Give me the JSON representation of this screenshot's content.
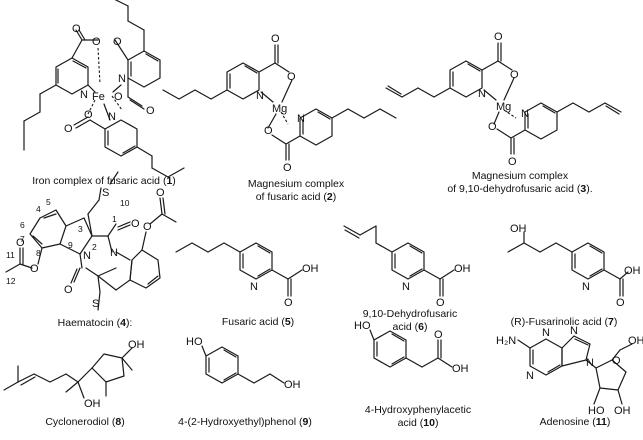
{
  "captions": [
    {
      "id": "c1",
      "name": "Iron complex of fusaric acid",
      "line1": "Iron complex of fusaric acid (",
      "bold": "1",
      "tail": ")"
    },
    {
      "id": "c2",
      "name": "Magnesium complex of fusaric acid",
      "line1": "Magnesium complex",
      "line2": "of fusaric acid (",
      "bold": "2",
      "tail": ")"
    },
    {
      "id": "c3",
      "name": "Magnesium complex of 9,10-dehydrofusaric acid",
      "line1": "Magnesium complex",
      "line2": "of 9,10-dehydrofusaric acid (",
      "bold": "3",
      "tail": ")."
    },
    {
      "id": "c4",
      "line1": "Haematocin (",
      "bold": "4",
      "tail": "):"
    },
    {
      "id": "c5",
      "line1": "Fusaric acid (",
      "bold": "5",
      "tail": ")"
    },
    {
      "id": "c6",
      "line1": "9,10-Dehydrofusaric",
      "line2": "acid (",
      "bold": "6",
      "tail": ")"
    },
    {
      "id": "c7",
      "line1": "(R)-Fusarinolic acid  (",
      "bold": "7",
      "tail": ")"
    },
    {
      "id": "c8",
      "line1": "Cyclonerodiol (",
      "bold": "8",
      "tail": ")"
    },
    {
      "id": "c9",
      "line1": "4-(2-Hydroxyethyl)phenol (",
      "bold": "9",
      "tail": ")"
    },
    {
      "id": "c10",
      "line1": "4-Hydroxyphenylacetic",
      "line2": "acid (",
      "bold": "10",
      "tail": ")"
    },
    {
      "id": "c11",
      "line1": "Adenosine (",
      "bold": "11",
      "tail": ")"
    }
  ],
  "atoms": {
    "O": "O",
    "N": "N",
    "Fe": "Fe",
    "Mg": "Mg",
    "S": "S",
    "OH": "OH",
    "HO": "HO",
    "H2N": "H₂N"
  },
  "numbering": [
    "4",
    "5",
    "6",
    "7",
    "8",
    "9",
    "10",
    "11",
    "12",
    "1",
    "2",
    "3"
  ]
}
